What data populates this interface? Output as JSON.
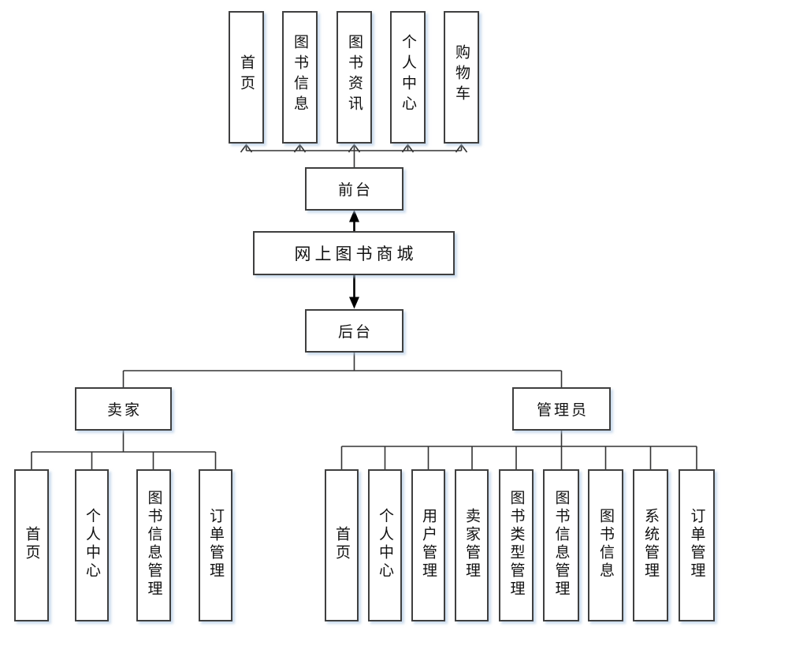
{
  "diagram": {
    "type": "hierarchy",
    "root": "网上图书商城",
    "frontend": "前台",
    "backend": "后台",
    "front_pages": [
      "首页",
      "图书信息",
      "图书资讯",
      "个人中心",
      "购物车"
    ],
    "roles": {
      "seller": "卖家",
      "admin": "管理员"
    },
    "seller_pages": [
      "首页",
      "个人中心",
      "图书信息管理",
      "订单管理"
    ],
    "admin_pages": [
      "首页",
      "个人中心",
      "用户管理",
      "卖家管理",
      "图书类型管理",
      "图书信息管理",
      "图书信息",
      "系统管理",
      "订单管理"
    ]
  },
  "colors": {
    "box_border": "#3f3f3f",
    "line": "#333333",
    "arrow": "#000000",
    "background": "#ffffff",
    "text": "#111111",
    "shadow_tint": "#aac4e2"
  }
}
